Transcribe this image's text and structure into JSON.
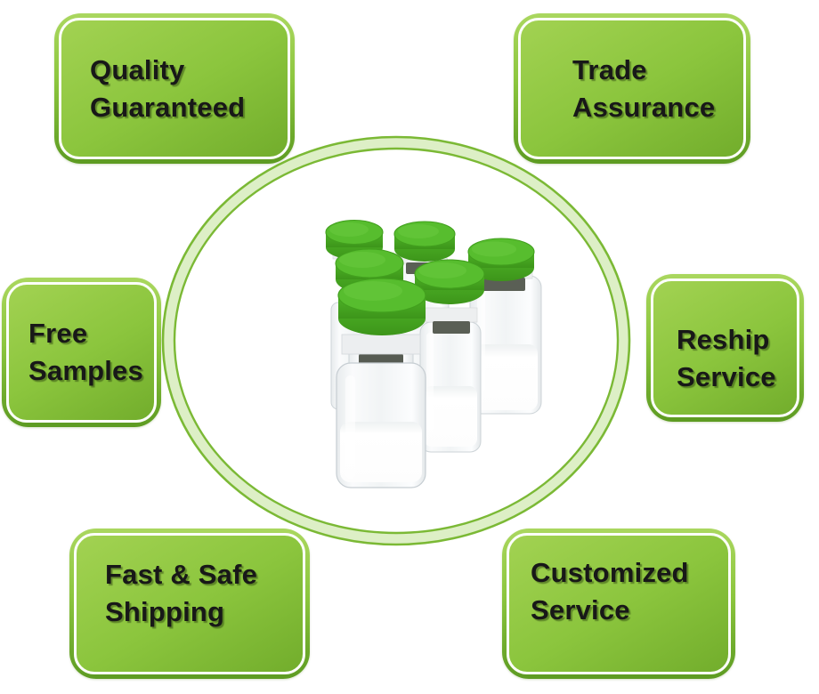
{
  "badges": [
    {
      "id": "quality-guaranteed",
      "label": "Quality\nGuaranteed"
    },
    {
      "id": "trade-assurance",
      "label": "Trade\nAssurance"
    },
    {
      "id": "free-samples",
      "label": "Free\nSamples"
    },
    {
      "id": "reship-service",
      "label": "Reship\nService"
    },
    {
      "id": "fast-safe-shipping",
      "label": "Fast & Safe\nShipping"
    },
    {
      "id": "customized-service",
      "label": "Customized\nService"
    }
  ],
  "center_image": {
    "name": "vials-photo",
    "description": "Six glass vials with green flip-off caps and white powder"
  },
  "colors": {
    "badge_green": "#8cc63e",
    "badge_green_dark": "#5d9b22",
    "badge_inner_border": "#fcfefa",
    "ring_edge_green": "#7bb935",
    "ring_fill_green": "#ddefc6",
    "cap_green": "#4fb328",
    "text": "#181818",
    "background": "#ffffff"
  }
}
